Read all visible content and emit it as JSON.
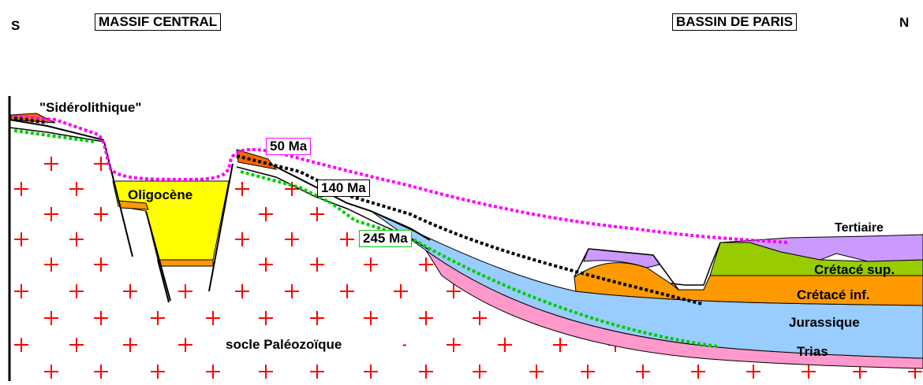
{
  "header": {
    "south": "S",
    "north": "N",
    "left_region": "MASSIF CENTRAL",
    "right_region": "BASSIN DE PARIS"
  },
  "labels": {
    "siderolithique": "\"Sidérolithique\"",
    "oligocene": "Oligocène",
    "age_50": "50 Ma",
    "age_140": "140 Ma",
    "age_245": "245 Ma",
    "tertiaire": "Tertiaire",
    "cretace_sup": "Crétacé sup.",
    "cretace_inf": "Crétacé inf.",
    "jurassique": "Jurassique",
    "trias": "Trias",
    "socle": "socle Paléozoïque",
    "socle_dash": "-"
  },
  "colors": {
    "tertiaire": "#cc99ff",
    "cretace_sup": "#99cc00",
    "cretace_inf": "#ff9900",
    "jurassique": "#99ccff",
    "trias": "#ff99cc",
    "oligocene": "#ffff00",
    "siderolithique": "#ff6600",
    "crosses": "#ff0000",
    "line_50": "#ff00ff",
    "line_140": "#000000",
    "line_245": "#00cc00",
    "box_50": "#ff00ff",
    "box_140": "#000000",
    "box_245": "#00cc00"
  }
}
